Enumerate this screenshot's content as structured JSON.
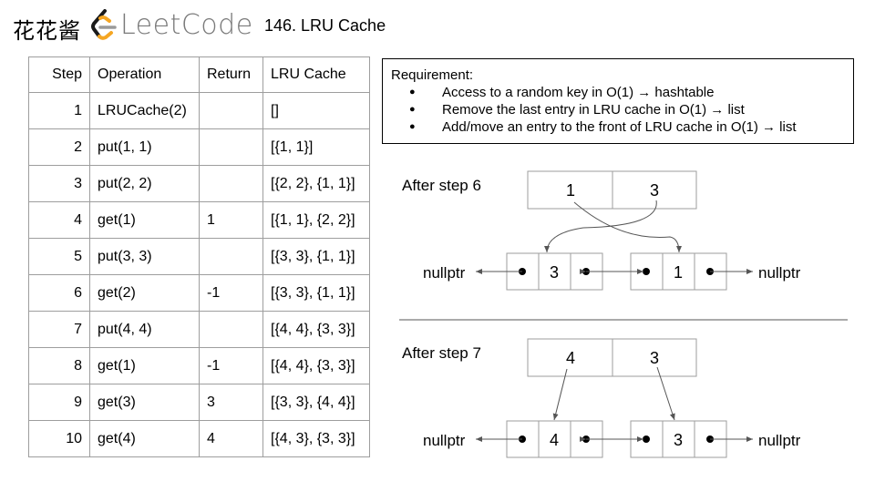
{
  "header": {
    "brand_cn": "花花酱",
    "logo_text": "LeetCode",
    "title": "146. LRU Cache",
    "logo_colors": {
      "dark": "#1a1a1a",
      "orange": "#f5a623",
      "gray": "#7a7a7a"
    }
  },
  "table": {
    "headers": [
      "Step",
      "Operation",
      "Return",
      "LRU Cache"
    ],
    "rows": [
      {
        "step": "1",
        "operation": "LRUCache(2)",
        "return": "",
        "cache": "[]"
      },
      {
        "step": "2",
        "operation": "put(1, 1)",
        "return": "",
        "cache": "[{1, 1}]"
      },
      {
        "step": "3",
        "operation": "put(2, 2)",
        "return": "",
        "cache": "[{2, 2}, {1, 1}]"
      },
      {
        "step": "4",
        "operation": "get(1)",
        "return": "1",
        "cache": "[{1, 1}, {2, 2}]"
      },
      {
        "step": "5",
        "operation": "put(3, 3)",
        "return": "",
        "cache": "[{3, 3}, {1, 1}]"
      },
      {
        "step": "6",
        "operation": "get(2)",
        "return": "-1",
        "cache": "[{3, 3}, {1, 1}]"
      },
      {
        "step": "7",
        "operation": "put(4, 4)",
        "return": "",
        "cache": "[{4, 4}, {3, 3}]"
      },
      {
        "step": "8",
        "operation": "get(1)",
        "return": "-1",
        "cache": "[{4, 4}, {3, 3}]"
      },
      {
        "step": "9",
        "operation": "get(3)",
        "return": "3",
        "cache": "[{3, 3}, {4, 4}]"
      },
      {
        "step": "10",
        "operation": "get(4)",
        "return": "4",
        "cache": "[{4, 3}, {3, 3}]"
      }
    ]
  },
  "requirement": {
    "title": "Requirement:",
    "items": [
      "Access to a random key in O(1) → hashtable",
      "Remove the last entry in LRU cache in O(1) → list",
      "Add/move an entry to the front of LRU cache in O(1) → list"
    ]
  },
  "diagrams": [
    {
      "label": "After step 6",
      "hash_keys": [
        "1",
        "3"
      ],
      "list_nodes": [
        "3",
        "1"
      ],
      "null_left": "nullptr",
      "null_right": "nullptr",
      "links": "crossed"
    },
    {
      "label": "After step 7",
      "hash_keys": [
        "4",
        "3"
      ],
      "list_nodes": [
        "4",
        "3"
      ],
      "null_left": "nullptr",
      "null_right": "nullptr",
      "links": "straight"
    }
  ]
}
